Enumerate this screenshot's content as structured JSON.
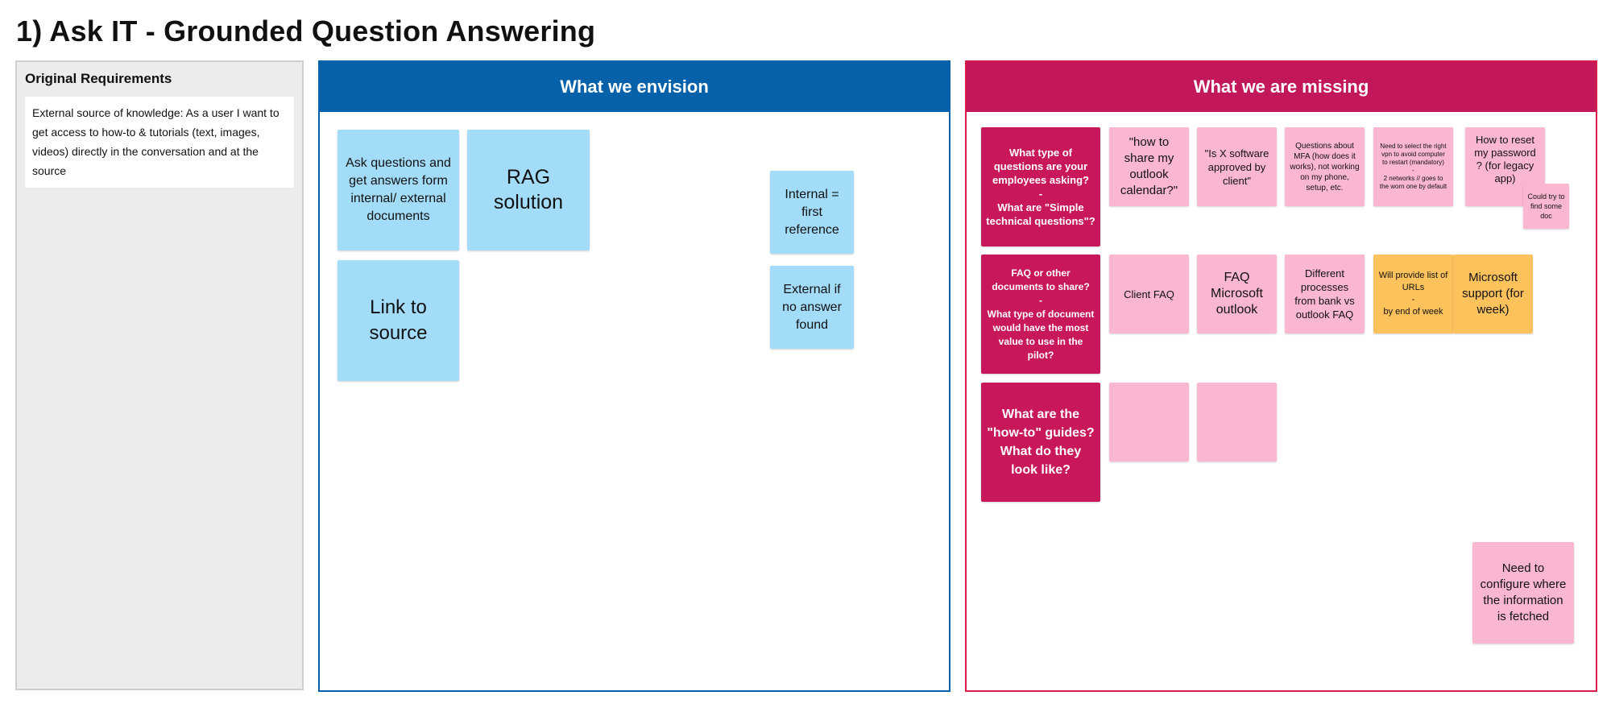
{
  "board": {
    "title": "1) Ask IT - Grounded Question Answering"
  },
  "requirements": {
    "title": "Original Requirements",
    "text": "External source of knowledge: As a user I want to get access to how-to & tutorials (text, images, videos) directly in the conversation and at the source"
  },
  "envision": {
    "header": "What we envision",
    "notes": {
      "ask_questions": "Ask questions and get answers form internal/ external documents",
      "rag": "RAG solution",
      "link_source": "Link to source",
      "internal_first": "Internal = first reference",
      "external_if": "External if no answer found"
    }
  },
  "missing": {
    "header": "What we are missing",
    "notes": {
      "q_types": "What type of questions are your employees asking?\n-\nWhat are \"Simple technical questions\"?",
      "share_outlook": "\"how to share my outlook calendar?\"",
      "software_approved": "\"Is X software approved by client\"",
      "mfa": "Questions about MFA (how does it works), not working on my phone, setup, etc.",
      "vpn": "Need to select the right vpn to avoid computer to restart (mandatory)\n-\n2 networks // goes to the worn one by default",
      "reset_password": "How to reset my password ? (for legacy app)",
      "could_try": "Could try to find some doc",
      "faq_docs": "FAQ or other documents to share?\n-\nWhat type of document would have the most value to use in the pilot?",
      "client_faq": "Client FAQ",
      "faq_ms": "FAQ Microsoft outlook",
      "diff_processes": "Different processes from bank vs outlook FAQ",
      "urls": "Will provide list of URLs\n-\nby end of week",
      "ms_support": "Microsoft support (for week)",
      "howto_guides": "What are the \"how-to\" guides? What do they look like?",
      "configure": "Need to configure where the information is fetched"
    }
  },
  "colors": {
    "blue_frame": "#0461aa",
    "magenta_frame": "#c2185b",
    "blue_note": "#a2dcf8",
    "pink_note": "#fbb7d2",
    "magenta_note": "#c8175b",
    "orange_note": "#fec25d"
  }
}
